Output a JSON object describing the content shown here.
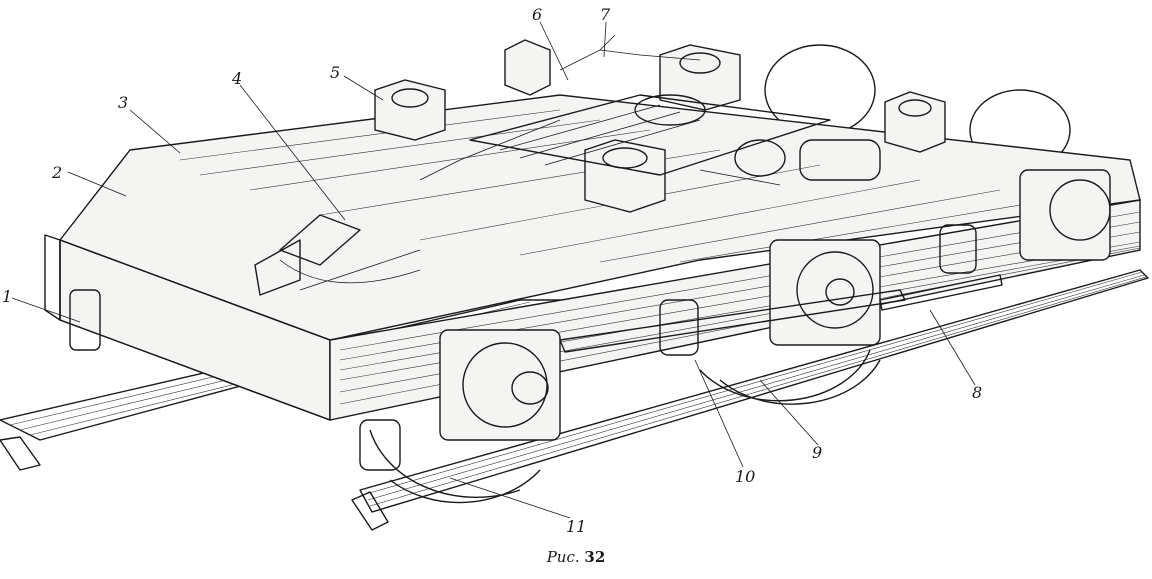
{
  "caption": {
    "prefix": "Рис.",
    "number": "32"
  },
  "callouts": [
    {
      "id": "1",
      "label": "1"
    },
    {
      "id": "2",
      "label": "2"
    },
    {
      "id": "3",
      "label": "3"
    },
    {
      "id": "4",
      "label": "4"
    },
    {
      "id": "5",
      "label": "5"
    },
    {
      "id": "6",
      "label": "6"
    },
    {
      "id": "7",
      "label": "7"
    },
    {
      "id": "8",
      "label": "8"
    },
    {
      "id": "9",
      "label": "9"
    },
    {
      "id": "10",
      "label": "10"
    },
    {
      "id": "11",
      "label": "11"
    }
  ]
}
